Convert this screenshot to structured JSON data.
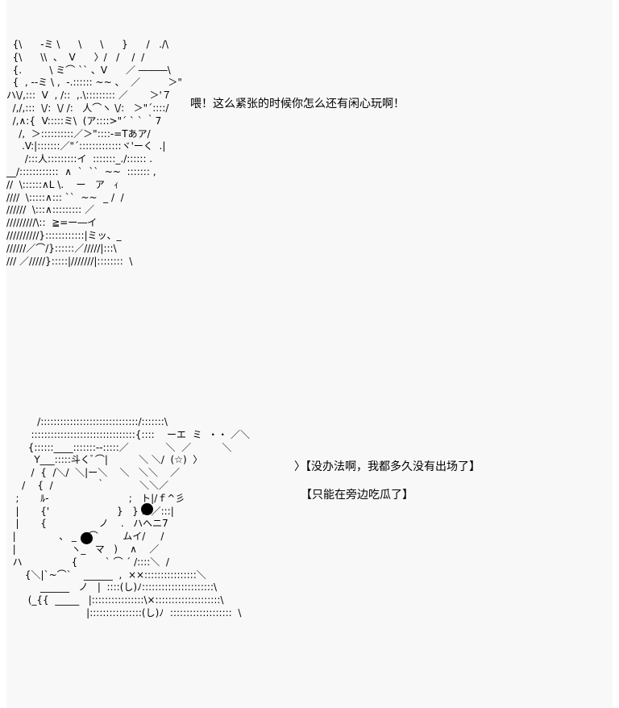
{
  "art_top": {
    "lines": [
      "  {\\      -ミ \\      \\      \\      }      /   ./\\",
      "  {\\      \\\\  、  V      〉/   /    /  /",
      "  {.         \\ ミ⌒ `` 、V      ／ ―――\\",
      "  {  , --ミ \\ ,  -.:::::: ~~ 、  ／         ＞\"",
      "ハ\\/,:::  V  , /::  ,.\\::::::::: ／       ＞'７",
      "  /,/,:::  \\/:  \\/ /:   人⌒ヽ \\/:   ＞\"´::::/",
      "  /,∧:{  V:::::ミ\\  (ア::::>\"´ ` ` ｀7",
      "    /,  ＞::::::::::／＞\"::::-=Tあア/",
      "     .V:|:::::::／\"´:::::::::::::ヾ'ーく  .|",
      "      /:::人:::::::::イ  :::::::_./:::::: .",
      "__/::::::::::::  ∧  `  ``  ~~  ::::::: ,",
      "//  \\::::::∧L \\.    ー   ア   ｨ",
      "////  \\:::::∧::: ``  ~~  _ /  /",
      "//////  \\:::∧::::::::: ／",
      "/////////\\::  ≧=ー―イ",
      "//////////}::::::::::::|ミッ、_",
      "//////／⌒/}::::::／/////|:::\\",
      "/// ／/////}:::::|///////|::::::::  \\"
    ],
    "speech": "喂！这么紧张的时候你怎么还有闲心玩啊！"
  },
  "art_bottom": {
    "lines": [
      "          /::::::::::::::::::::::::::::::/:::::::\\",
      "        ::::::::::::::::::::::::::::::::{::::    ーエ  ミ  ・・ ／＼",
      "       {::::::____:::::::--:::::／            ＼  ／          ＼",
      "         Y___:::::斗くﾞ⌒|          ＼ ＼/  (☆)  〉",
      "        /  {  /＼/  ＼|ー＼    ＼   ＼＼    ／",
      "     /    {  /              ｀           ＼＼／",
      "   ;       ﾙ-                          ;   ト|/ｆ^彡",
      "   |       {'                      }   } ハ／:::|",
      "   |       {                 ノ    .   ハへニ7",
      "  |              、 _ ┌ ⌒        ムイ/     /",
      "  |                  ヽ_   マ   )    ∧    ／",
      "  ハ                {         ` ⌒ ´ /::::＼  /",
      "      {＼|`~⌒`    ______  ,  ××::::::::::::::::＼",
      "           ______   ノ   |  ::::(し)ﾉ::::::::::::::::::::::\\",
      "       (_{{  _____   |::::::::::::::::\\×::::::::::::::::::::\\",
      "                          |::::::::::::::::(し)ﾉ  :::::::::::::::::::  \\"
    ],
    "speech_1": "〉【没办法啊，我都多久没有出场了】",
    "speech_2": "【只能在旁边吃瓜了】"
  }
}
